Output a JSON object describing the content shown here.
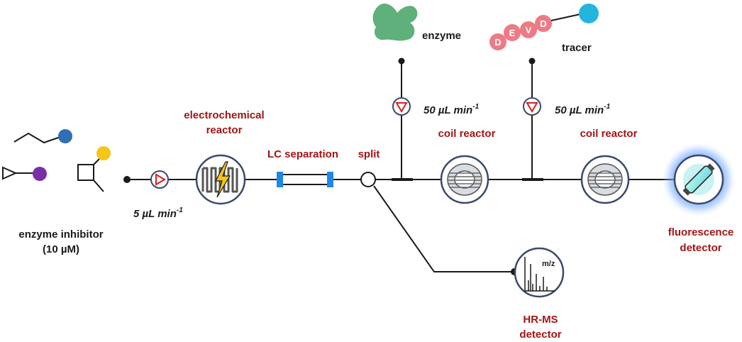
{
  "colors": {
    "label_red": "#a31515",
    "pump_red": "#d42020",
    "device_ring": "#3a4a6a",
    "lc_blue": "#1e88e5",
    "enzyme_green": "#5fb07a",
    "peptide_pink": "#ec7b86",
    "tracer_cyan": "#22b6dc",
    "fluorescence_glow": "#4a8cff",
    "ligand_blue": "#2f6fb4",
    "ligand_purple": "#7b2fa6",
    "ligand_yellow": "#f5c518"
  },
  "labels": {
    "inhibitor_line1": "enzyme inhibitor",
    "inhibitor_line2": "(10 µM)",
    "flow_5": "5 µL min",
    "flow_50_a": "50 µL min",
    "flow_50_b": "50 µL min",
    "flow_exp": "-1",
    "electrochem_line1": "electrochemical",
    "electrochem_line2": "reactor",
    "lc_separation": "LC separation",
    "split": "split",
    "coil_reactor_1": "coil reactor",
    "coil_reactor_2": "coil reactor",
    "enzyme": "enzyme",
    "tracer": "tracer",
    "fluorescence_line1": "fluorescence",
    "fluorescence_line2": "detector",
    "hrms_line1": "HR-MS",
    "hrms_line2": "detector",
    "mz": "m/z"
  },
  "peptide": {
    "letters": [
      "D",
      "E",
      "V",
      "D"
    ]
  },
  "icons": {
    "pump": "pump-icon",
    "electrochemical": "lightning-electrode-icon",
    "coil": "coil-icon",
    "fluorescence": "uv-lamp-icon",
    "mass_spec": "mass-spectrum-icon",
    "enzyme": "enzyme-blob-icon"
  }
}
